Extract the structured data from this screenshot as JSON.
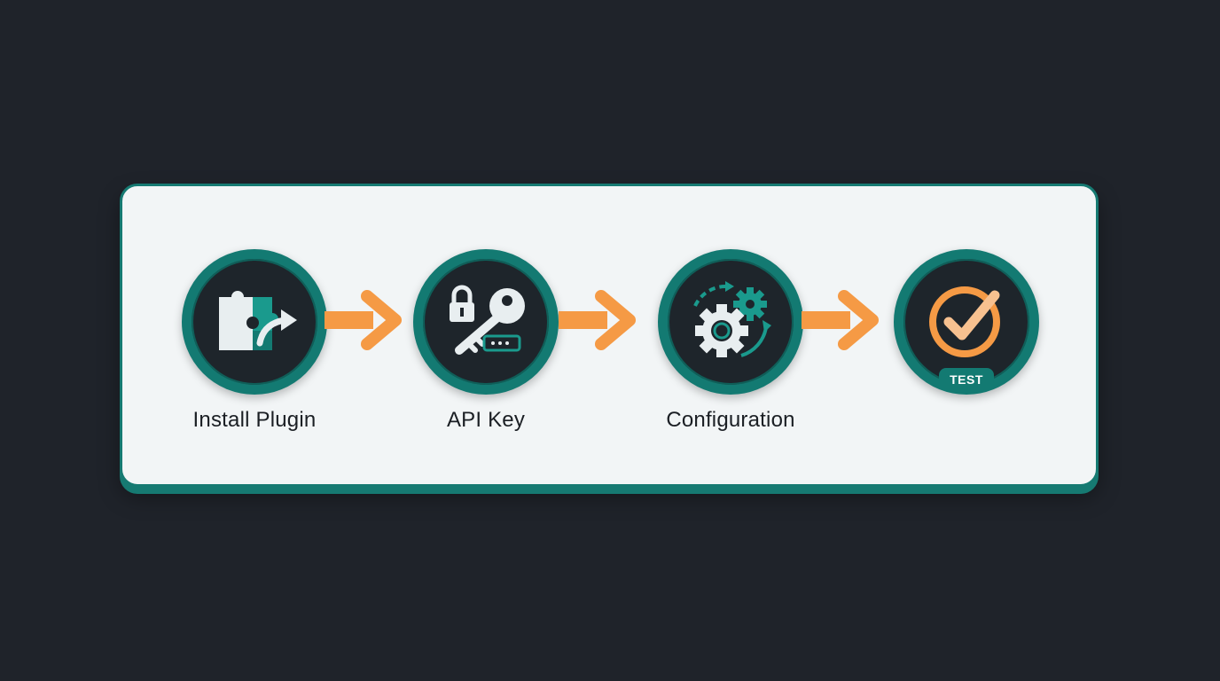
{
  "steps": [
    {
      "label": "Install Plugin",
      "icon": "puzzle-piece-icon"
    },
    {
      "label": "API Key",
      "icon": "key-lock-icon"
    },
    {
      "label": "Configuration",
      "icon": "gears-icon"
    },
    {
      "label": "",
      "icon": "checkmark-icon",
      "badge": "TEST"
    }
  ],
  "colors": {
    "background": "#1f232a",
    "panel": "#f2f5f6",
    "teal": "#137a72",
    "orange": "#f59a45",
    "icon_light": "#e8eef0"
  }
}
